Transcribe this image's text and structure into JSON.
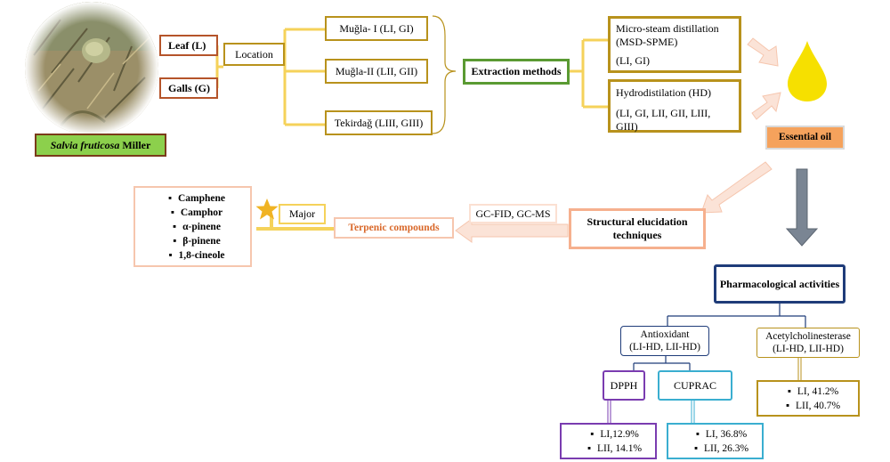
{
  "plant": {
    "name_italic": "Salvia fruticosa",
    "name_rest": " Miller"
  },
  "parts": {
    "leaf": "Leaf (L)",
    "galls": "Galls (G)"
  },
  "location_label": "Location",
  "locations": [
    "Muğla- I (LI, GI)",
    "Muğla-II (LII, GII)",
    "Tekirdağ (LIII, GIII)"
  ],
  "extraction_label": "Extraction methods",
  "methods": {
    "msd_line1": "Micro-steam distillation",
    "msd_line2": "(MSD-SPME)",
    "msd_line3": "(LI, GI)",
    "hd_line1": "Hydrodistilation (HD)",
    "hd_line2": "(LI, GI, LII, GII, LIII, GIII)"
  },
  "essential_oil_label": "Essential oil",
  "structural": {
    "line1": "Structural elucidation",
    "line2": "techniques"
  },
  "gc_label": "GC-FID, GC-MS",
  "terpenic_label": "Terpenic compounds",
  "major_label": "Major",
  "compounds": [
    "Camphene",
    "Camphor",
    "α-pinene",
    "β-pinene",
    "1,8-cineole"
  ],
  "pharma_label": "Pharmacological activities",
  "antioxidant": {
    "line1": "Antioxidant",
    "line2": "(LI-HD, LII-HD)"
  },
  "ache": {
    "line1": "Acetylcholinesterase",
    "line2": "(LI-HD, LII-HD)"
  },
  "dpph_label": "DPPH",
  "cuprac_label": "CUPRAC",
  "dpph_results": [
    "LI,12.9%",
    "LII, 14.1%"
  ],
  "cuprac_results": [
    "LI, 36.8%",
    "LII, 26.3%"
  ],
  "ache_results": [
    "LI, 41.2%",
    "LII, 40.7%"
  ],
  "colors": {
    "brown": "#b5542a",
    "gold": "#b8921c",
    "yellow_line": "#f5d25a",
    "green": "#5a9a32",
    "peach": "#f6c6ae",
    "navy": "#1f3c79",
    "purple": "#7a3cb0",
    "cyan": "#3aaed0",
    "orange_text": "#d9682a",
    "plant_label_bg": "#8cd04c",
    "oil_drop": "#f6e000",
    "essential_oil_bg": "#f5a25c",
    "grey_arrow": "#7a8593"
  }
}
